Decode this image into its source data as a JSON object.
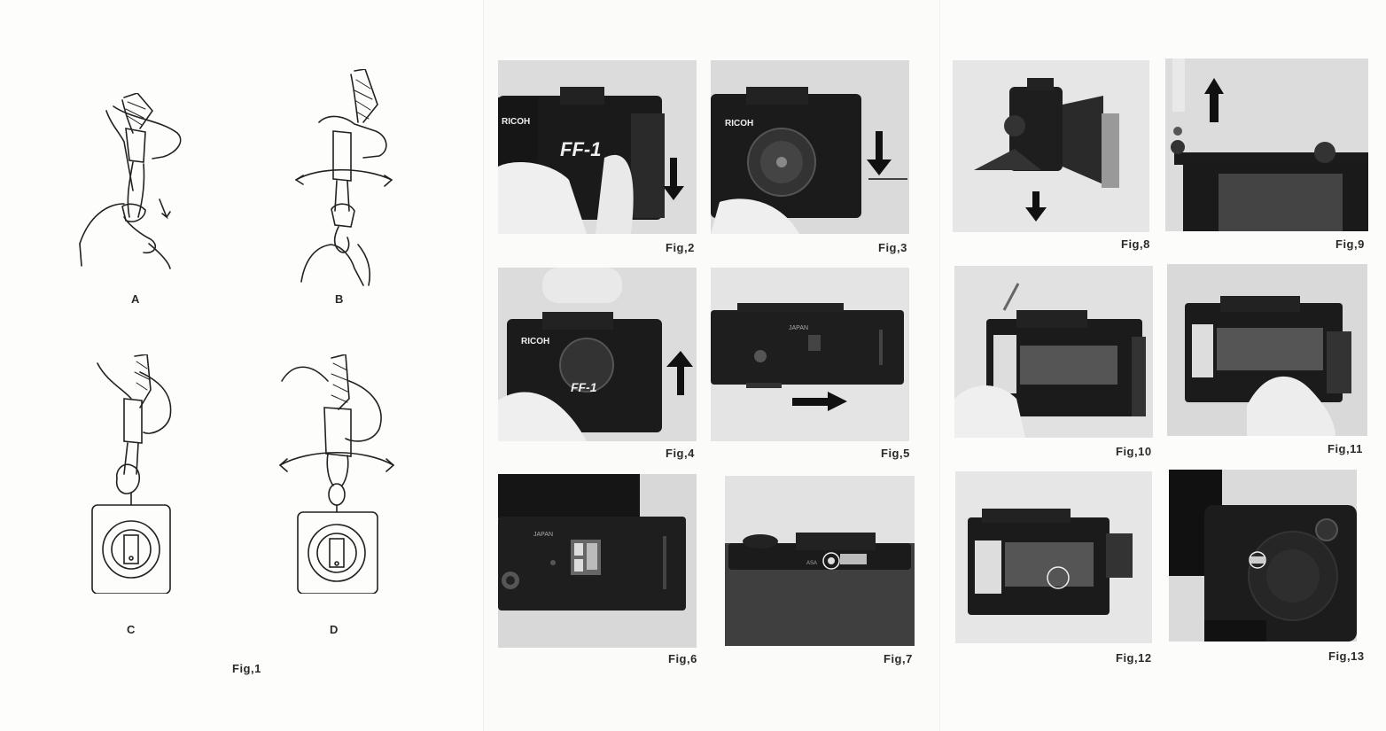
{
  "drawings": {
    "a": "A",
    "b": "B",
    "c": "C",
    "d": "D",
    "caption": "Fig,1"
  },
  "figures": [
    {
      "id": "fig2",
      "label": "Fig,2",
      "camera_text": [
        "RICOH",
        "FF-1"
      ]
    },
    {
      "id": "fig3",
      "label": "Fig,3",
      "camera_text": [
        "RICOH"
      ]
    },
    {
      "id": "fig4",
      "label": "Fig,4",
      "camera_text": [
        "RICOH",
        "FF-1"
      ]
    },
    {
      "id": "fig5",
      "label": "Fig,5",
      "camera_text": [
        "JAPAN"
      ]
    },
    {
      "id": "fig6",
      "label": "Fig,6",
      "camera_text": [
        "JAPAN"
      ]
    },
    {
      "id": "fig7",
      "label": "Fig,7",
      "camera_text": [
        "ASA"
      ]
    },
    {
      "id": "fig8",
      "label": "Fig,8",
      "camera_text": []
    },
    {
      "id": "fig9",
      "label": "Fig,9",
      "camera_text": []
    },
    {
      "id": "fig10",
      "label": "Fig,10",
      "camera_text": []
    },
    {
      "id": "fig11",
      "label": "Fig,11",
      "camera_text": []
    },
    {
      "id": "fig12",
      "label": "Fig,12",
      "camera_text": []
    },
    {
      "id": "fig13",
      "label": "Fig,13",
      "camera_text": []
    }
  ]
}
